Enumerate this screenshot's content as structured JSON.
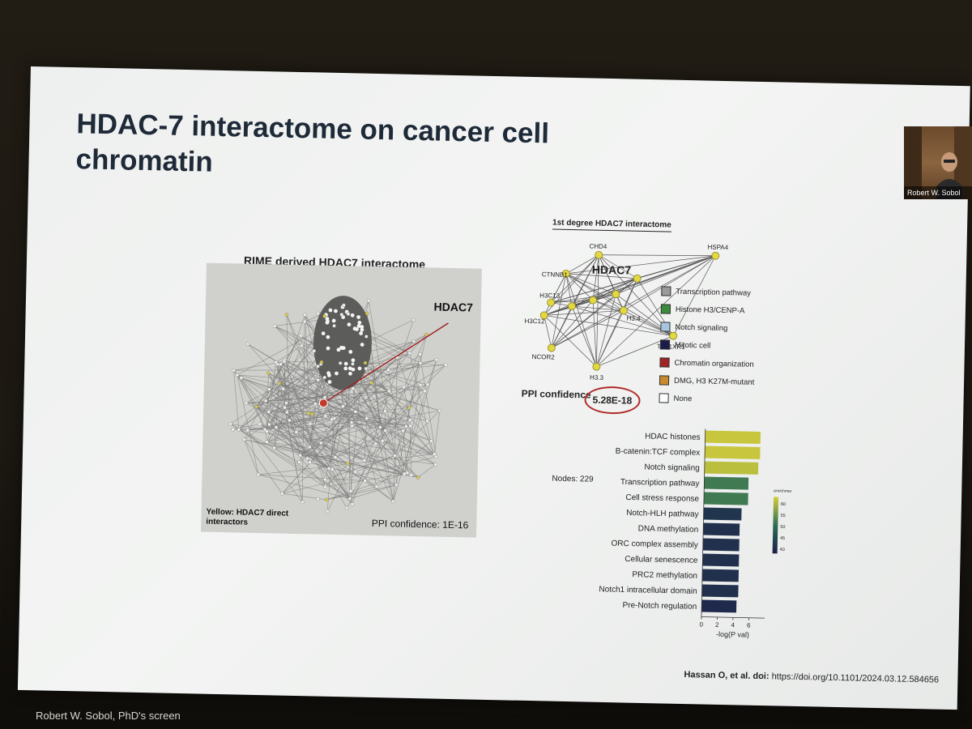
{
  "screen": {
    "label": "Robert W. Sobol, PhD's screen",
    "participant_name": "Robert W. Sobol"
  },
  "slide": {
    "title": "HDAC-7 interactome on cancer cell chromatin",
    "left_panel": {
      "caption": "RIME derived HDAC7 interactome",
      "node_label": "HDAC7",
      "yellow_note": "Yellow: HDAC7 direct interactors",
      "ppi_confidence": "PPI confidence: 1E-16"
    },
    "right_panel": {
      "caption": "1st degree HDAC7 interactome",
      "hub_label": "HDAC7",
      "nodes": [
        "HSPA4",
        "CHD4",
        "CTNNB1",
        "H3C13",
        "H3C12",
        "H3.4",
        "NCOR2",
        "H3.3",
        "TBL1XR1"
      ],
      "ppi_label": "PPI confidence",
      "ppi_value": "5.28E-18",
      "legend": [
        {
          "label": "Transcription pathway",
          "color": "#9a9a9a"
        },
        {
          "label": "Histone H3/CENP-A",
          "color": "#3d8b3d"
        },
        {
          "label": "Notch signaling",
          "color": "#a9c4e0"
        },
        {
          "label": "Mitotic cell",
          "color": "#1c1c4a"
        },
        {
          "label": "Chromatin organization",
          "color": "#a02424"
        },
        {
          "label": "DMG, H3 K27M-mutant",
          "color": "#c98a2c"
        },
        {
          "label": "None",
          "color": "#ffffff"
        }
      ],
      "nodes_count": "Nodes: 229"
    },
    "footer_citation": "Hassan O, et al. doi:",
    "footer_doi": "https://doi.org/10.1101/2024.03.12.584656"
  },
  "chart_data": {
    "type": "bar",
    "orientation": "horizontal",
    "categories": [
      "HDAC histones",
      "B-catenin:TCF complex",
      "Notch signaling",
      "Transcription pathway",
      "Cell stress response",
      "Notch-HLH pathway",
      "DNA methylation",
      "ORC complex assembly",
      "Cellular senescence",
      "PRC2 methylation",
      "Notch1 intracellular domain",
      "Pre-Notch regulation"
    ],
    "values": [
      7.0,
      7.0,
      6.8,
      5.6,
      5.6,
      4.8,
      4.6,
      4.6,
      4.6,
      4.6,
      4.6,
      4.4
    ],
    "enrichment": [
      62,
      62,
      61,
      52,
      52,
      42,
      41,
      41,
      41,
      41,
      41,
      40
    ],
    "xlabel": "-log(P val)",
    "xlim": [
      0,
      8
    ],
    "xticks": [
      "0",
      "2",
      "4",
      "6"
    ],
    "colorbar_title": "enrichment",
    "colorbar_ticks": [
      "60",
      "55",
      "50",
      "45",
      "40"
    ],
    "colorbar_range": [
      38,
      63
    ]
  }
}
